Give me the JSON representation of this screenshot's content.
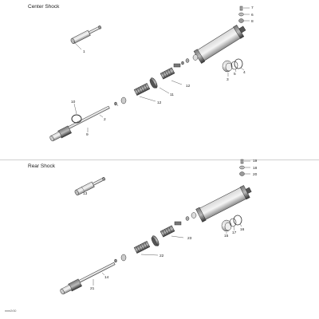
{
  "sections": {
    "center": {
      "title": "Center Shock",
      "callouts": {
        "c1": "1",
        "c2": "2",
        "c3": "3",
        "c4": "4",
        "c5": "5",
        "c6": "6",
        "c7": "7",
        "c8": "8",
        "c9": "9",
        "c10": "10",
        "c11": "11",
        "c12a": "12",
        "c12b": "12"
      }
    },
    "rear": {
      "title": "Rear Shock",
      "callouts": {
        "c13": "13",
        "c14": "14",
        "c15": "15",
        "c16": "16",
        "c17": "17",
        "c18": "18",
        "c19": "19",
        "c20": "20",
        "c21": "21",
        "c22": "22",
        "c23": "23"
      }
    }
  },
  "footer": {
    "code": "mmr2r30"
  }
}
